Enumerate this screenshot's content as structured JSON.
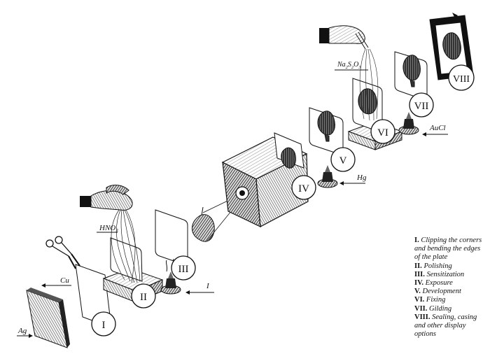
{
  "stages": [
    {
      "numeral": "I"
    },
    {
      "numeral": "II"
    },
    {
      "numeral": "III"
    },
    {
      "numeral": "IV"
    },
    {
      "numeral": "V"
    },
    {
      "numeral": "VI"
    },
    {
      "numeral": "VII"
    },
    {
      "numeral": "VIII"
    }
  ],
  "chemicals": {
    "ag": "Ag",
    "cu": "Cu",
    "hno3": "HNO",
    "hno3_sub": "3",
    "iodine": "I",
    "hg": "Hg",
    "thio_a": "Na",
    "thio_a_sub": "2",
    "thio_b": "S",
    "thio_b_sub": "2",
    "thio_c": "O",
    "thio_c_sub": "3",
    "aucl": "AuCl"
  },
  "legend": [
    {
      "num": "I.",
      "text": "Clipping the corners and bending the edges of the plate"
    },
    {
      "num": "II.",
      "text": "Polishing"
    },
    {
      "num": "III.",
      "text": "Sensitization"
    },
    {
      "num": "IV.",
      "text": "Exposure"
    },
    {
      "num": "V.",
      "text": "Development"
    },
    {
      "num": "VI.",
      "text": "Fixing"
    },
    {
      "num": "VII.",
      "text": "Gilding"
    },
    {
      "num": "VIII.",
      "text": "Sealing, casing and other display options"
    }
  ]
}
